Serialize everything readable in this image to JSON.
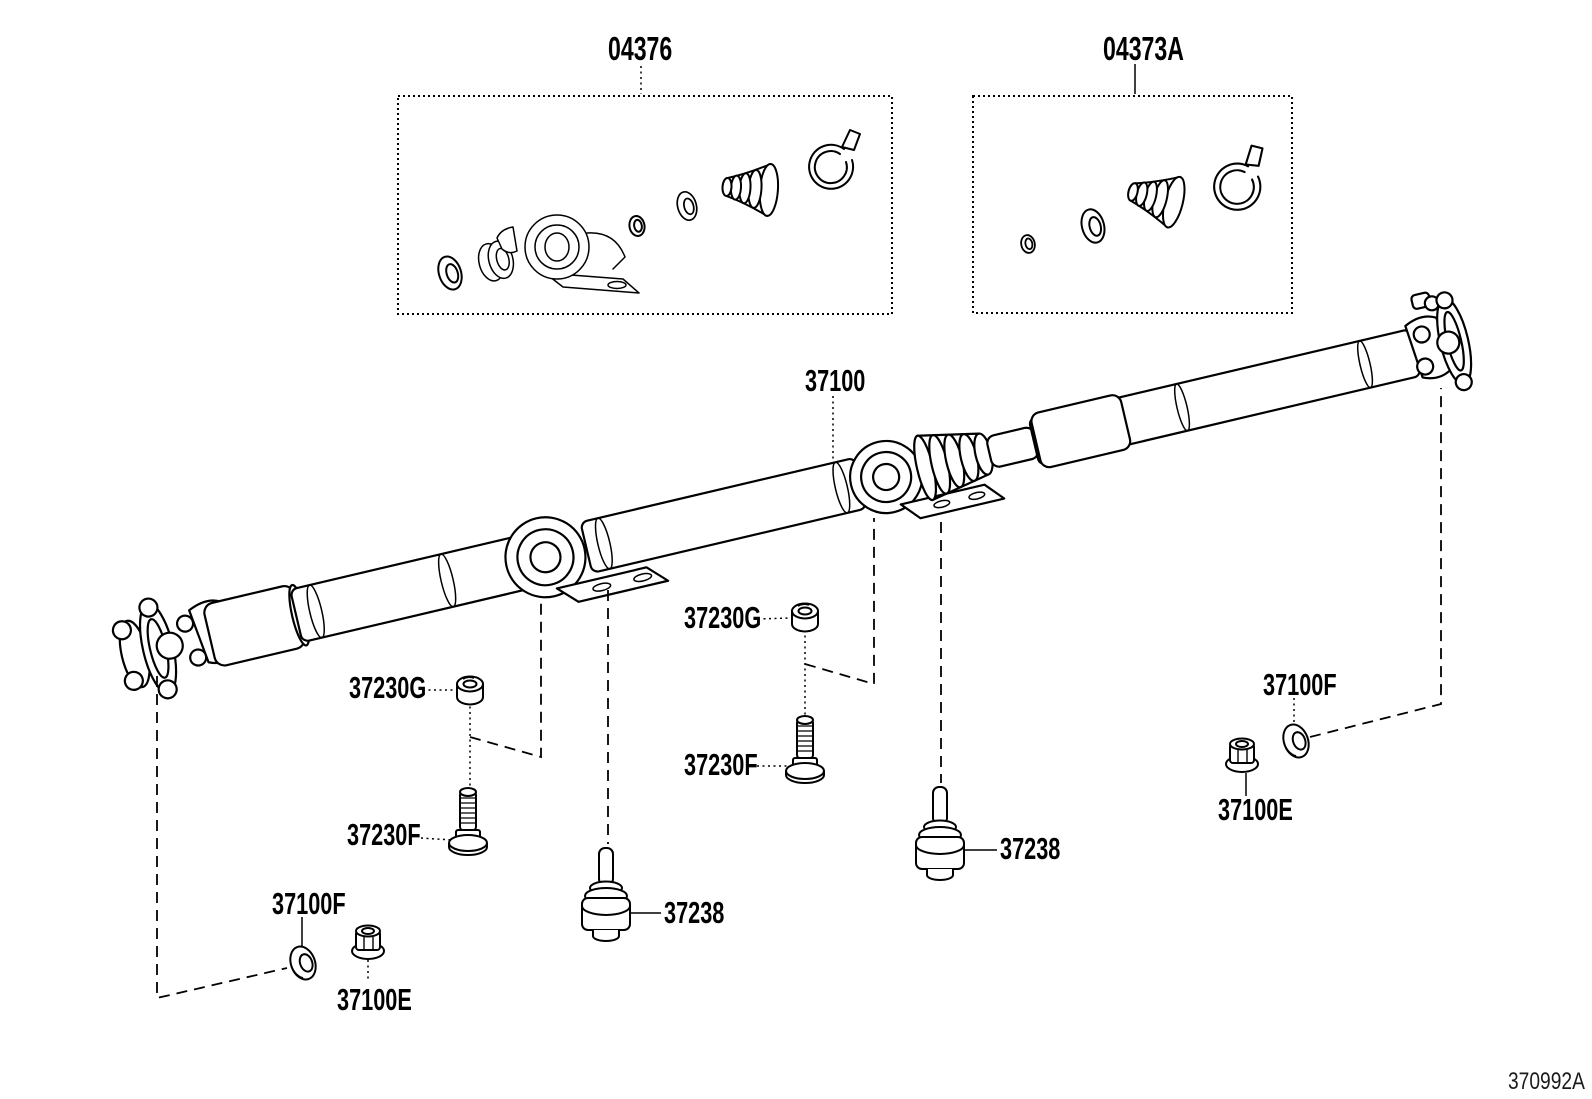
{
  "colors": {
    "line": "#000000",
    "background": "#ffffff"
  },
  "callouts": [
    {
      "id": "kit-center-bearing",
      "label": "04376"
    },
    {
      "id": "kit-boot",
      "label": "04373A"
    },
    {
      "id": "shaft-assembly",
      "label": "37100"
    },
    {
      "id": "cushion-nut-left",
      "label": "37230G"
    },
    {
      "id": "cushion-bolt-left",
      "label": "37230F"
    },
    {
      "id": "cushion-nut-mid",
      "label": "37230G"
    },
    {
      "id": "cushion-bolt-mid",
      "label": "37230F"
    },
    {
      "id": "damper-left",
      "label": "37238"
    },
    {
      "id": "damper-right",
      "label": "37238"
    },
    {
      "id": "washer-bottom-left",
      "label": "37100F"
    },
    {
      "id": "nut-bottom-left",
      "label": "37100E"
    },
    {
      "id": "washer-right",
      "label": "37100F"
    },
    {
      "id": "nut-right",
      "label": "37100E"
    }
  ],
  "diagram_code": "370992A"
}
